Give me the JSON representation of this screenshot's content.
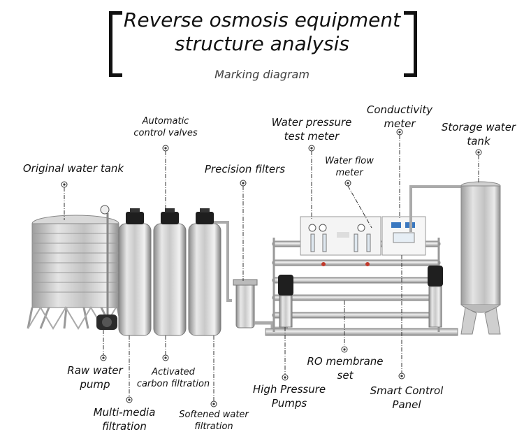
{
  "title": {
    "line1": "Reverse osmosis equipment",
    "line2": "structure analysis"
  },
  "subtitle": "Marking diagram",
  "labels": {
    "original_water_tank": "Original water tank",
    "automatic_control_valves_1": "Automatic",
    "automatic_control_valves_2": "control valves",
    "precision_filters": "Precision filters",
    "water_pressure_test_meter_1": "Water pressure",
    "water_pressure_test_meter_2": "test meter",
    "water_flow_meter_1": "Water flow",
    "water_flow_meter_2": "meter",
    "conductivity_meter_1": "Conductivity",
    "conductivity_meter_2": "meter",
    "storage_water_tank_1": "Storage water",
    "storage_water_tank_2": "tank",
    "raw_water_pump_1": "Raw water",
    "raw_water_pump_2": "pump",
    "activated_carbon_1": "Activated",
    "activated_carbon_2": "carbon filtration",
    "multi_media_1": "Multi-media",
    "multi_media_2": "filtration",
    "softened_water_1": "Softened water",
    "softened_water_2": "filtration",
    "high_pressure_pumps_1": "High Pressure",
    "high_pressure_pumps_2": "Pumps",
    "ro_membrane_set_1": "RO membrane",
    "ro_membrane_set_2": "set",
    "smart_control_panel_1": "Smart Control",
    "smart_control_panel_2": "Panel"
  },
  "colors": {
    "steel_light": "#e6e6e6",
    "steel_mid": "#b5b5b5",
    "steel_dark": "#7a7a7a",
    "panel_blue": "#3a78c0",
    "red_accent": "#c0392b",
    "black": "#1a1a1a"
  }
}
